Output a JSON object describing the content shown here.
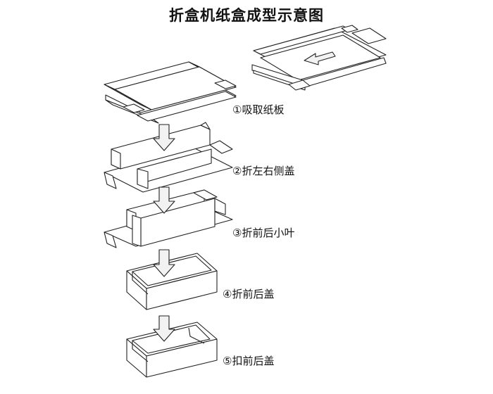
{
  "title": "折盒机纸盒成型示意图",
  "steps": [
    {
      "label": "①吸取纸板"
    },
    {
      "label": "②折左右侧盖"
    },
    {
      "label": "③折前后小叶"
    },
    {
      "label": "④折前后盖"
    },
    {
      "label": "⑤扣前后盖"
    }
  ],
  "colors": {
    "line": "#222222",
    "background": "#ffffff"
  },
  "icons": [
    "down-arrow-icon",
    "left-arrow-icon"
  ]
}
